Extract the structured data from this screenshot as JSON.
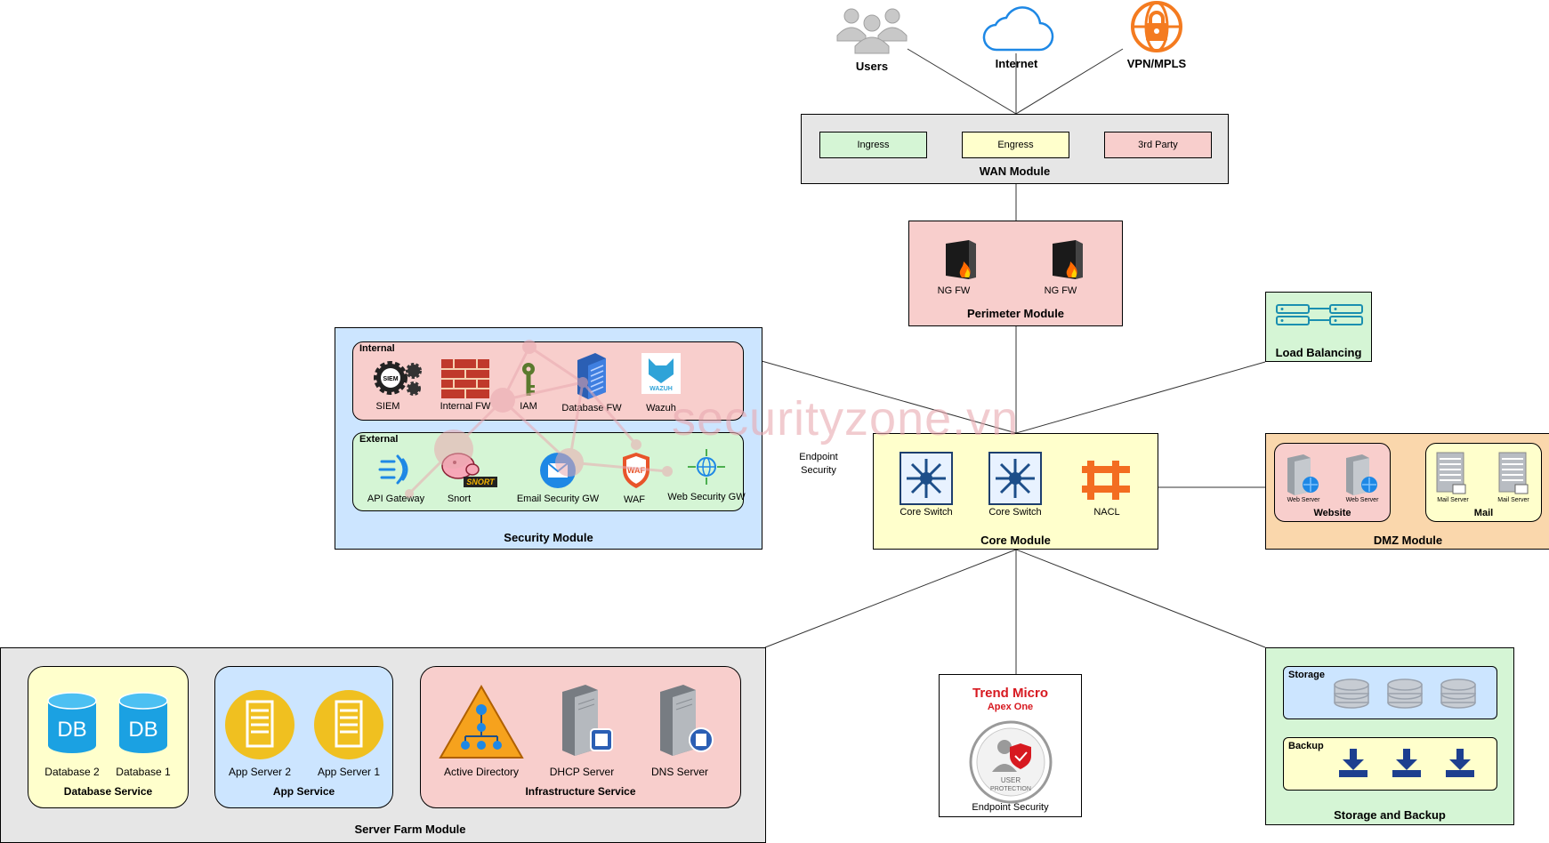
{
  "top": {
    "users": "Users",
    "internet": "Internet",
    "vpn": "VPN/MPLS"
  },
  "wan": {
    "title": "WAN Module",
    "ingress": "Ingress",
    "egress": "Engress",
    "third_party": "3rd Party"
  },
  "perimeter": {
    "title": "Perimeter Module",
    "fw1": "NG FW",
    "fw2": "NG FW"
  },
  "load_balancing": {
    "title": "Load Balancing"
  },
  "core": {
    "title": "Core Module",
    "switch1": "Core Switch",
    "switch2": "Core Switch",
    "nacl": "NACL"
  },
  "endpoint_link": "Endpoint\nSecurity",
  "security": {
    "title": "Security Module",
    "internal": {
      "title": "Internal",
      "siem": "SIEM",
      "siem_icon_text": "SIEM",
      "internal_fw": "Internal FW",
      "iam": "IAM",
      "db_fw": "Database FW",
      "wazuh": "Wazuh",
      "wazuh_icon_text": "WAZUH"
    },
    "external": {
      "title": "External",
      "api": "API Gateway",
      "snort": "Snort",
      "snort_icon_text": "SNORT",
      "email": "Email Security GW",
      "waf": "WAF",
      "waf_icon_text": "WAF",
      "web": "Web Security GW"
    }
  },
  "dmz": {
    "title": "DMZ Module",
    "website": "Website",
    "web_server_1": "Web Server",
    "web_server_2": "Web Server",
    "mail": "Mail",
    "mail_server_1": "Mail Server",
    "mail_server_2": "Mail Server"
  },
  "server_farm": {
    "title": "Server Farm Module",
    "database_service": "Database Service",
    "db2": "Database 2",
    "db1": "Database 1",
    "db_icon_text": "DB",
    "app_service": "App Service",
    "app2": "App Server 2",
    "app1": "App Server 1",
    "infra_service": "Infrastructure Service",
    "ad": "Active Directory",
    "dhcp": "DHCP Server",
    "dns": "DNS Server"
  },
  "endpoint": {
    "brand": "Trend Micro",
    "product": "Apex One",
    "badge_line1": "USER",
    "badge_line2": "PROTECTION",
    "label": "Endpoint Security"
  },
  "storage": {
    "title": "Storage and Backup",
    "storage": "Storage",
    "backup": "Backup"
  },
  "watermark": "securityzone.vn",
  "colors": {
    "green": "#d5f5d5",
    "yellow": "#ffffcc",
    "pink": "#f8cecc",
    "blue": "#cce5ff",
    "orange": "#fad7ac",
    "grey": "#e6e6e6",
    "wm": "#e9a9b0"
  }
}
